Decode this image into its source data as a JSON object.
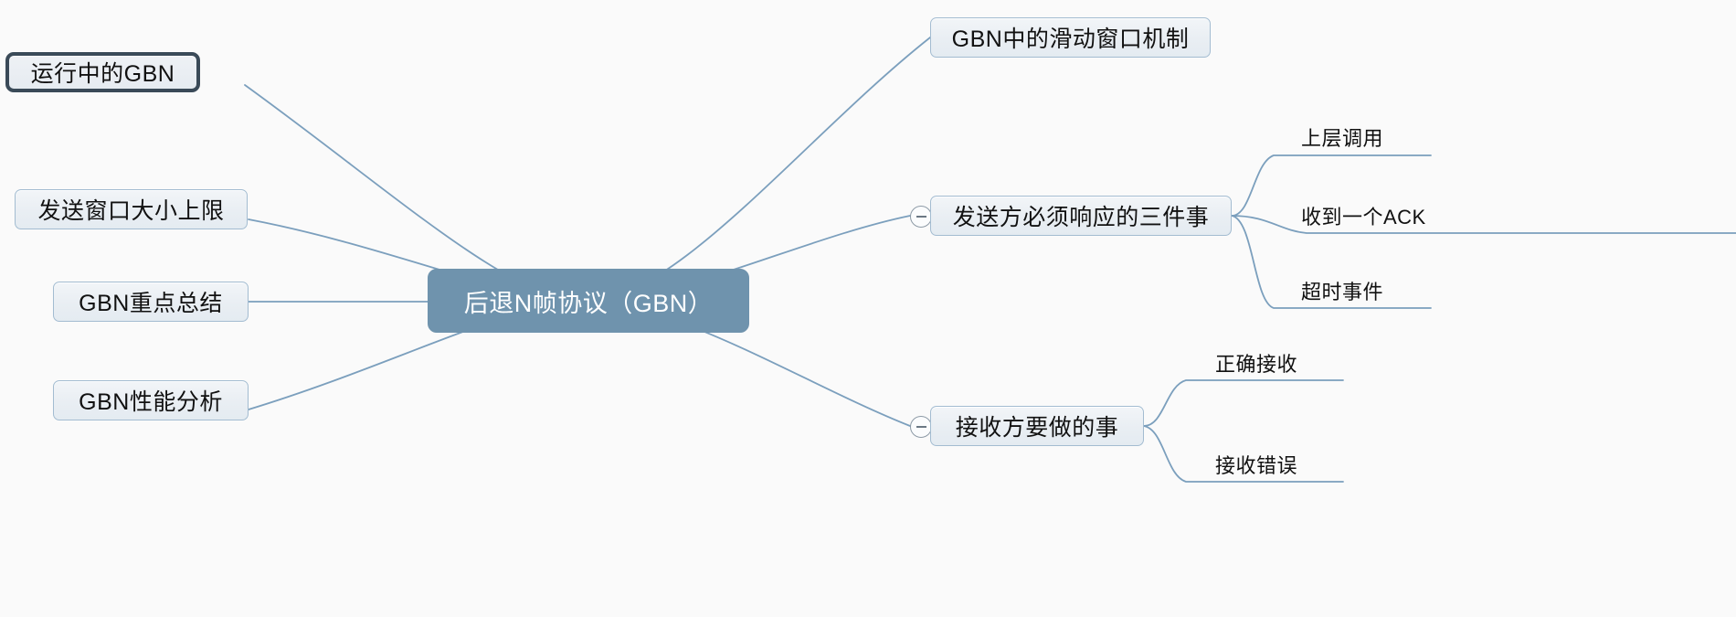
{
  "diagram": {
    "type": "mindmap",
    "background_color": "#fafafa",
    "root": {
      "label": "后退N帧协议（GBN）",
      "fill_color": "#6f93ad",
      "text_color": "#ffffff"
    },
    "branch_style": {
      "fill_color": "#eaeff4",
      "border_color": "#a3bcd1",
      "text_color": "#111111",
      "connector_color": "#7b9fbd"
    },
    "left_branches": [
      {
        "label": "运行中的GBN",
        "selected": true,
        "selected_border_color": "#3a4a58"
      },
      {
        "label": "发送窗口大小上限",
        "selected": false
      },
      {
        "label": "GBN重点总结",
        "selected": false
      },
      {
        "label": "GBN性能分析",
        "selected": false
      }
    ],
    "right_branches": [
      {
        "label": "GBN中的滑动窗口机制",
        "collapsible": false,
        "children": []
      },
      {
        "label": "发送方必须响应的三件事",
        "collapsible": true,
        "toggle_state": "expanded",
        "toggle_icon": "minus-circle-icon",
        "children": [
          "上层调用",
          "收到一个ACK",
          "超时事件"
        ]
      },
      {
        "label": "接收方要做的事",
        "collapsible": true,
        "toggle_state": "expanded",
        "toggle_icon": "minus-circle-icon",
        "children": [
          "正确接收",
          "接收错误"
        ]
      }
    ]
  }
}
